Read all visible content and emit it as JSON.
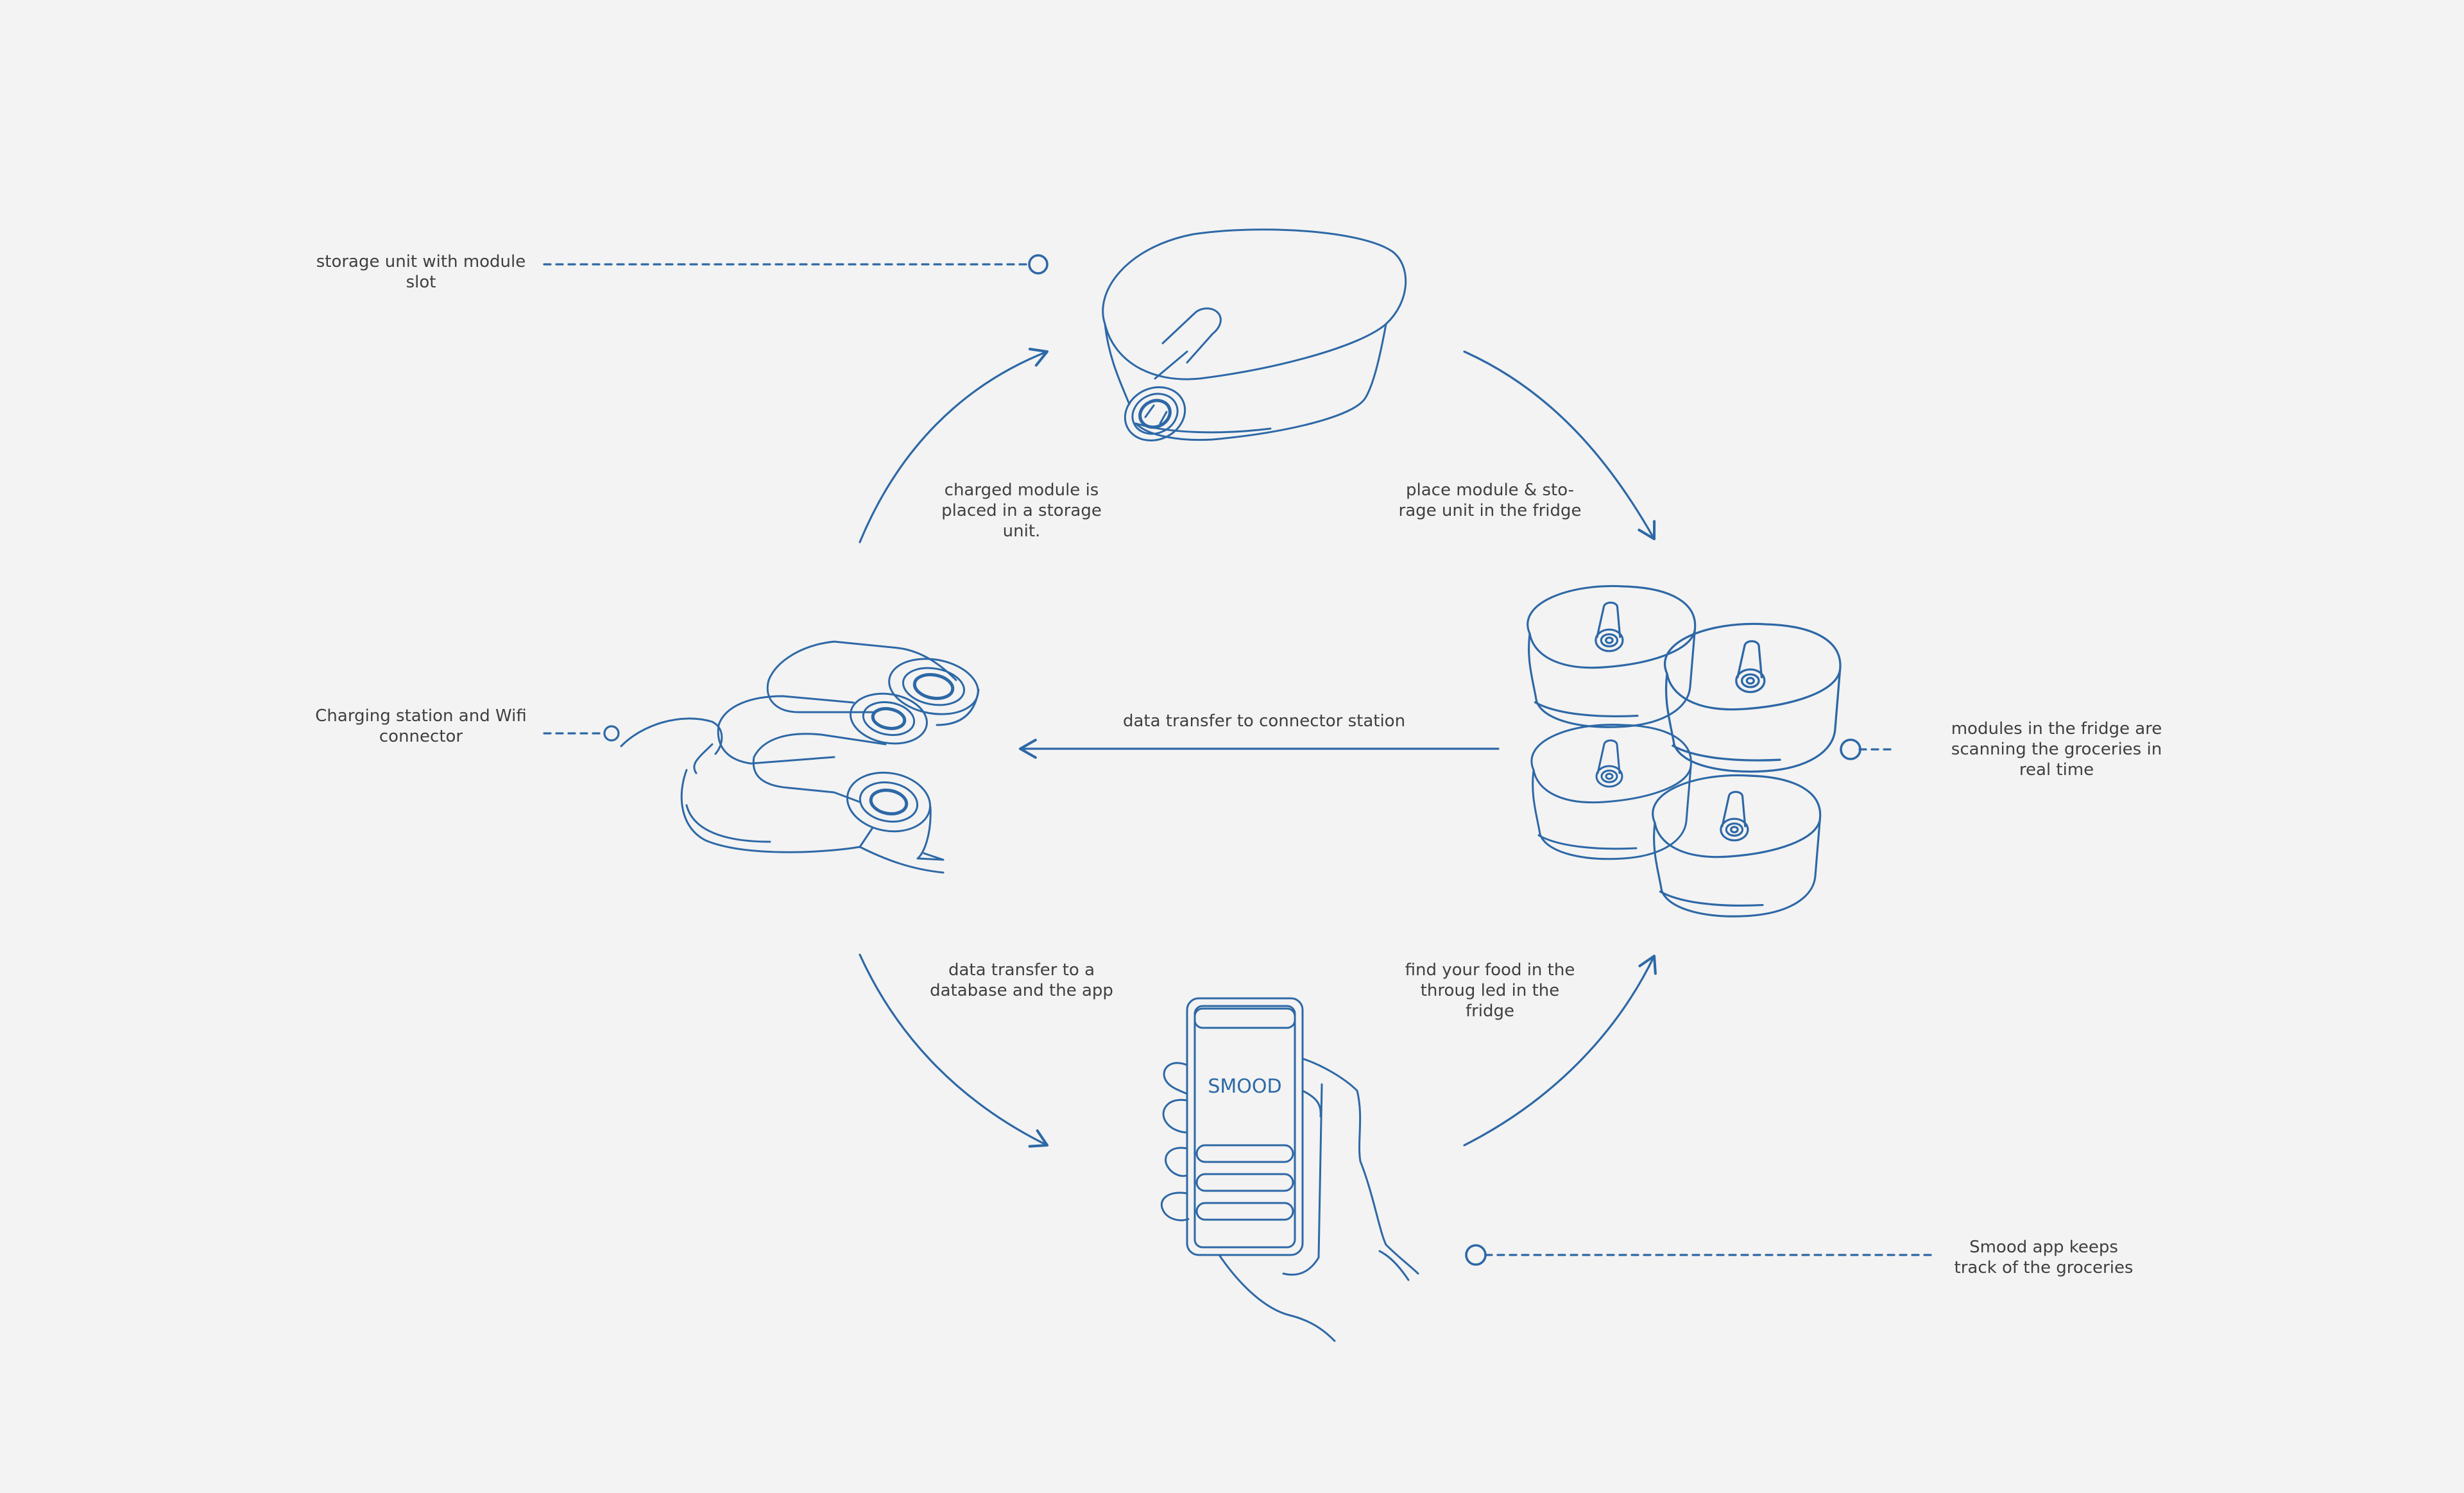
{
  "colors": {
    "background": "#f3f3f3",
    "line": "#2d68a6",
    "text": "#3f3f3f"
  },
  "labels": {
    "storage_unit": "storage unit with module slot",
    "charging_station": "Charging station and Wifi connector",
    "modules_fridge": "modules in the fridge are scanning the groceries in real time",
    "smood_app": "Smood app keeps track of the groceries",
    "charged_module": "charged module is placed in a storage unit.",
    "place_module": "place module & sto-rage unit in the fridge",
    "data_connector": "data transfer to connector station",
    "data_database": "data transfer to a database and the app",
    "find_food": "find  your food in the throug led in the fridge"
  },
  "phone": {
    "brand": "SMOOD"
  },
  "icons": [
    "storage-unit-illustration",
    "charging-station-illustration",
    "fridge-modules-illustration",
    "phone-in-hand-illustration"
  ]
}
